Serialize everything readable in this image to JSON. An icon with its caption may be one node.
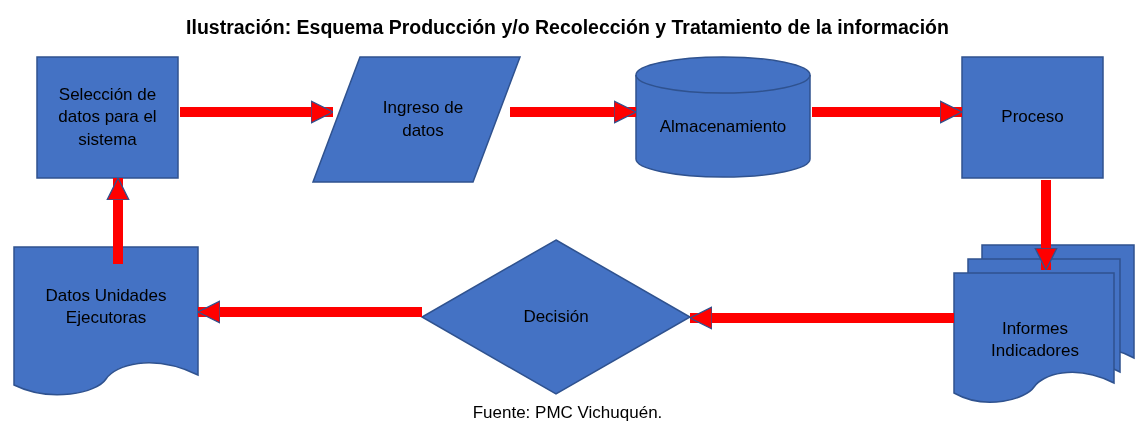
{
  "diagram": {
    "title": "Ilustración: Esquema Producción y/o Recolección y Tratamiento de la información",
    "caption": "Fuente: PMC Vichuquén.",
    "nodes": [
      {
        "text": [
          "Selección de datos para el sistema"
        ]
      },
      {
        "text": [
          "Ingreso de datos"
        ]
      },
      {
        "text": [
          "Almacenamiento"
        ]
      },
      {
        "text": [
          "Proceso"
        ]
      },
      {
        "text": [
          "Informes Indicadores"
        ]
      },
      {
        "text": [
          "Decisión"
        ]
      },
      {
        "text": [
          "Datos Unidades Ejecutoras"
        ]
      }
    ],
    "edges": [
      {
        "from": 0,
        "to": 1,
        "arrow": "to"
      },
      {
        "from": 1,
        "to": 2,
        "arrow": "to"
      },
      {
        "from": 2,
        "to": 3,
        "arrow": "to"
      },
      {
        "from": 3,
        "to": 4,
        "arrow": "to"
      },
      {
        "from": 4,
        "to": 5,
        "arrow": "to"
      },
      {
        "from": 5,
        "to": 6,
        "arrow": "to"
      },
      {
        "from": 6,
        "to": 0,
        "arrow": "to"
      }
    ]
  }
}
